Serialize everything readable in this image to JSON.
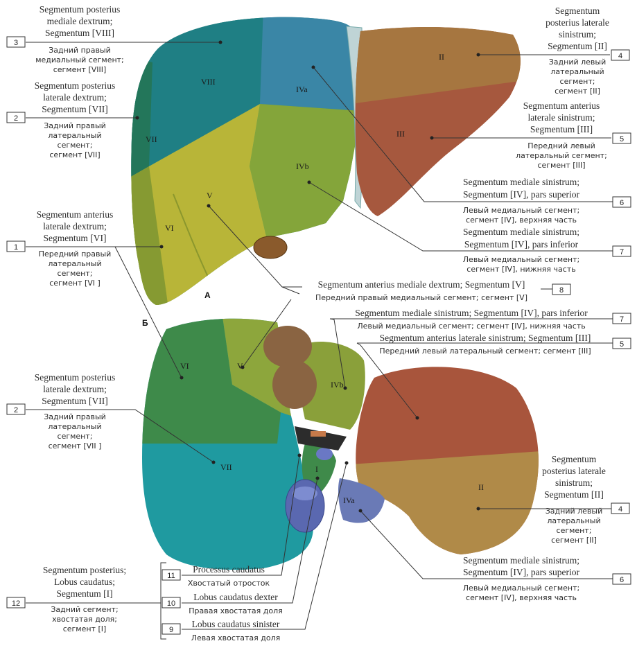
{
  "panels": {
    "a": "А",
    "b": "Б"
  },
  "view_a": {
    "segments": [
      "VIII",
      "IVa",
      "II",
      "VII",
      "III",
      "IVb",
      "V",
      "VI"
    ],
    "labels": [
      {
        "num": "3",
        "latin": [
          "Segmentum posterius",
          "mediale dextrum;",
          "Segmentum [VIII]"
        ],
        "russian": [
          "Задний правый",
          "медиальный сегмент;",
          "сегмент [VIII]"
        ]
      },
      {
        "num": "2",
        "latin": [
          "Segmentum posterius",
          "laterale dextrum;",
          "Segmentum [VII]"
        ],
        "russian": [
          "Задний правый",
          "латеральный",
          "сегмент;",
          "сегмент [VII]"
        ]
      },
      {
        "num": "1",
        "latin": [
          "Segmentum anterius",
          "laterale dextrum;",
          "Segmentum [VI]"
        ],
        "russian": [
          "Передний правый",
          "латеральный",
          "сегмент;",
          "сегмент [VI ]"
        ]
      },
      {
        "num": "4",
        "latin": [
          "Segmentum",
          "posterius laterale",
          "sinistrum;",
          "Segmentum [II]"
        ],
        "russian": [
          "Задний левый",
          "латеральный",
          "сегмент;",
          "сегмент [II]"
        ]
      },
      {
        "num": "5",
        "latin": [
          "Segmentum anterius",
          "laterale sinistrum;",
          "Segmentum [III]"
        ],
        "russian": [
          "Передний левый",
          "латеральный сегмент;",
          "сегмент [III]"
        ]
      },
      {
        "num": "6",
        "latin": [
          "Segmentum mediale sinistrum;",
          "Segmentum [IV], pars superior"
        ],
        "russian": [
          "Левый медиальный сегмент;",
          "сегмент [IV], верхняя часть"
        ]
      },
      {
        "num": "7",
        "latin": [
          "Segmentum mediale sinistrum;",
          "Segmentum [IV], pars inferior"
        ],
        "russian": [
          "Левый медиальный сегмент;",
          "сегмент [IV], нижняя часть"
        ]
      },
      {
        "num": "8",
        "latin": [
          "Segmentum anterius mediale dextrum; Segmentum [V]"
        ],
        "russian": [
          "Передний правый медиальный сегмент; сегмент [V]"
        ]
      }
    ]
  },
  "view_b": {
    "segments": [
      "VI",
      "V",
      "IVb",
      "VII",
      "I",
      "II",
      "IVa"
    ],
    "labels": [
      {
        "num": "7",
        "latin": [
          "Segmentum mediale sinistrum; Segmentum [IV], pars inferior"
        ],
        "russian": [
          "Левый медиальный сегмент; сегмент [IV], нижняя часть"
        ]
      },
      {
        "num": "5",
        "latin": [
          "Segmentum anterius laterale sinistrum; Segmentum [III]"
        ],
        "russian": [
          "Передний левый латеральный сегмент; сегмент [III]"
        ]
      },
      {
        "num": "2",
        "latin": [
          "Segmentum posterius",
          "laterale dextrum;",
          "Segmentum [VII]"
        ],
        "russian": [
          "Задний правый",
          "латеральный",
          "сегмент;",
          "сегмент [VII ]"
        ]
      },
      {
        "num": "4",
        "latin": [
          "Segmentum",
          "posterius laterale",
          "sinistrum;",
          "Segmentum [II]"
        ],
        "russian": [
          "Задний левый",
          "латеральный",
          "сегмент;",
          "сегмент [II]"
        ]
      },
      {
        "num": "6",
        "latin": [
          "Segmentum mediale sinistrum;",
          "Segmentum [IV], pars superior"
        ],
        "russian": [
          "Левый медиальный сегмент;",
          "сегмент [IV], верхняя часть"
        ]
      },
      {
        "num": "12",
        "latin": [
          "Segmentum posterius;",
          "Lobus caudatus;",
          "Segmentum [I]"
        ],
        "russian": [
          "Задний сегмент;",
          "хвостатая доля;",
          "сегмент [I]"
        ]
      },
      {
        "num": "11",
        "latin": [
          "Processus caudatus"
        ],
        "russian": [
          "Хвостатый отросток"
        ]
      },
      {
        "num": "10",
        "latin": [
          "Lobus caudatus dexter"
        ],
        "russian": [
          "Правая хвостатая доля"
        ]
      },
      {
        "num": "9",
        "latin": [
          "Lobus caudatus sinister"
        ],
        "russian": [
          "Левая хвостатая доля"
        ]
      }
    ]
  }
}
